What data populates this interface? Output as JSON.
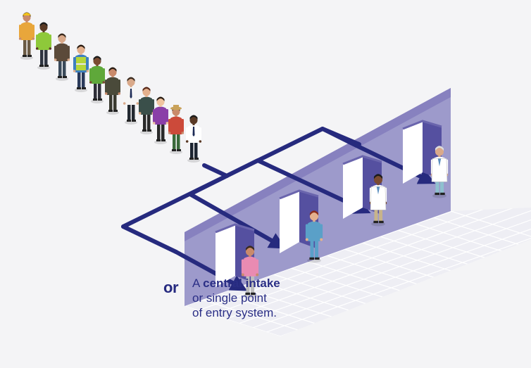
{
  "caption": {
    "line1_prefix": "A ",
    "line1_bold": "central intake",
    "line2": "or single point",
    "line3": "of entry system."
  },
  "clipped_heading": "or",
  "colors": {
    "background": "#f4f4f6",
    "wall": "#7c76b8",
    "wall_light": "#bbb6dd",
    "floor": "#eeeef4",
    "floor_grid": "#ffffff",
    "arrow": "#262a7e",
    "text": "#2b2f86"
  },
  "icons": {
    "queue_people": "person-figure-icon",
    "staff": "staff-figure-icon",
    "doors": "open-door-icon",
    "route": "route-arrow-icon"
  }
}
